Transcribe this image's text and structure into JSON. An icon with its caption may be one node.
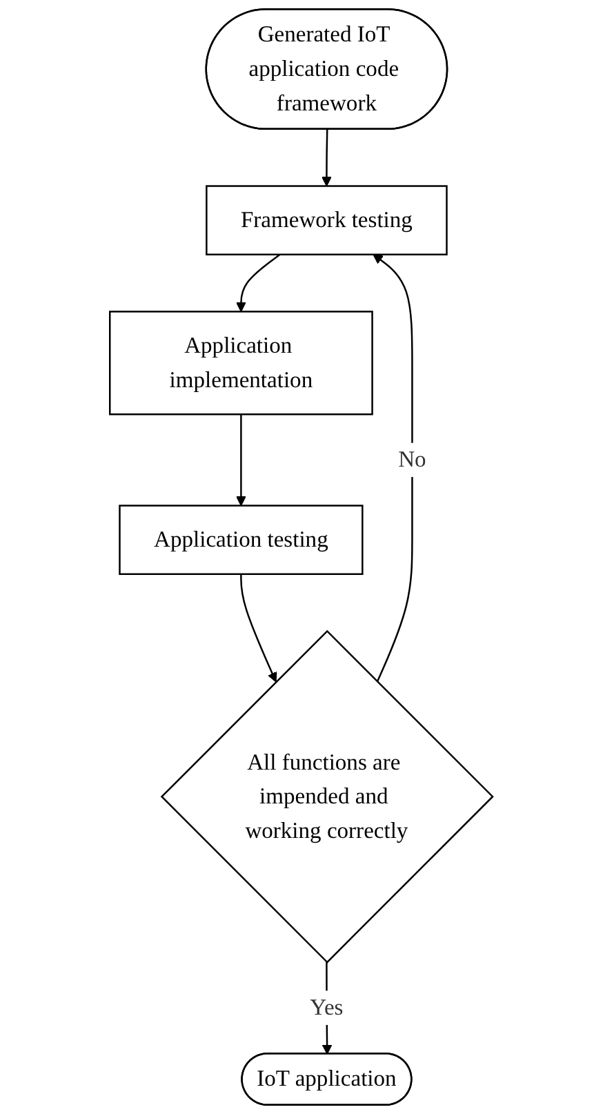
{
  "diagram": {
    "nodes": [
      {
        "text": [
          "Generated IoT application code framework"
        ]
      },
      {
        "text": [
          "Framework testing"
        ]
      },
      {
        "text": [
          "Application implementation"
        ]
      },
      {
        "text": [
          "Application testing"
        ]
      },
      {
        "text": [
          "All functions are impended and working correctly"
        ]
      },
      {
        "text": [
          "IoT application"
        ]
      }
    ],
    "edges": [
      {
        "from": 0,
        "to": 1,
        "arrow": "to"
      },
      {
        "from": 1,
        "to": 2,
        "arrow": "to"
      },
      {
        "from": 2,
        "to": 3,
        "arrow": "to"
      },
      {
        "from": 3,
        "to": 4,
        "arrow": "to"
      },
      {
        "from": 4,
        "to": 5,
        "arrow": "to",
        "label": "Yes"
      },
      {
        "from": 4,
        "to": 1,
        "arrow": "to",
        "label": "No"
      }
    ]
  }
}
